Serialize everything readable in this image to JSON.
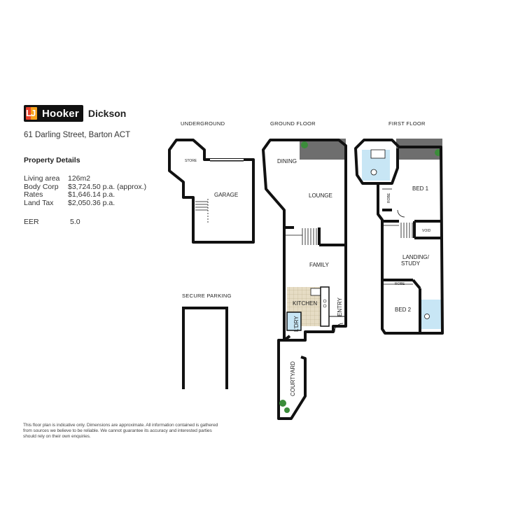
{
  "brand": {
    "logo_mark": "LJ",
    "logo_word": "Hooker",
    "office": "Dickson"
  },
  "address": "61 Darling Street, Barton ACT",
  "details": {
    "title": "Property Details",
    "rows": [
      {
        "label": "Living area",
        "value": "126m2"
      },
      {
        "label": "Body Corp",
        "value": "$3,724.50 p.a. (approx.)"
      },
      {
        "label": "Rates",
        "value": "$1,646.14 p.a."
      },
      {
        "label": "Land Tax",
        "value": "$2,050.36 p.a."
      }
    ],
    "eer_label": "EER",
    "eer_value": "5.0"
  },
  "floors": {
    "underground": "UNDERGROUND",
    "ground": "GROUND FLOOR",
    "first": "FIRST FLOOR",
    "secure_parking": "SECURE PARKING"
  },
  "rooms": {
    "store": "STORE",
    "garage": "GARAGE",
    "dining": "DINING",
    "lounge": "LOUNGE",
    "family": "FAMILY",
    "kitchen": "KITCHEN",
    "ldry": "L'DRY",
    "entry": "ENTRY",
    "courtyard": "COURTYARD",
    "bed1": "BED 1",
    "robe1": "ROBE",
    "void": "VOID",
    "landing": "LANDING/",
    "landing2": "STUDY",
    "robe2": "ROBE",
    "bed2": "BED 2"
  },
  "disclaimer": "This floor plan is indicative only. Dimensions are approximate. All information contained is gathered from sources we believe to be reliable. We cannot guarantee its accuracy and interested parties should rely on their own enquiries.",
  "colors": {
    "wall": "#111111",
    "roof_grey": "#6e6e6e",
    "wet_area": "#c8e6f5",
    "kitchen_floor": "#e6dcc4",
    "plant_green": "#3b8c3a",
    "logo_red": "#e8402a",
    "logo_orange": "#f6a21b"
  }
}
